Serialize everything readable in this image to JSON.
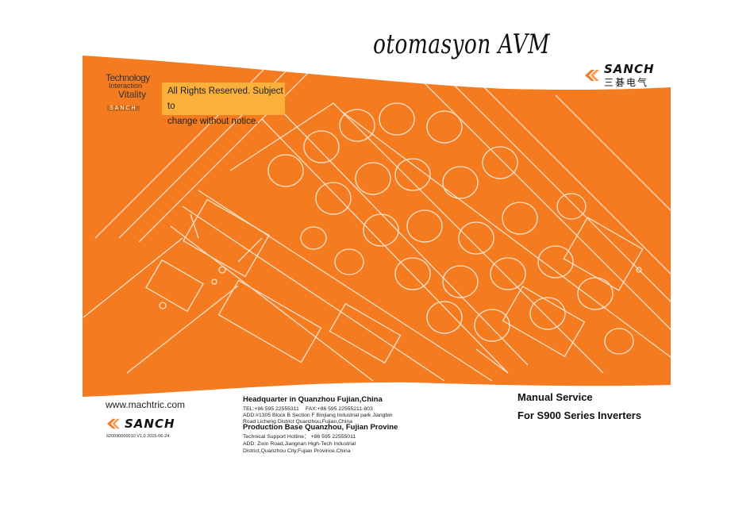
{
  "header": {
    "handwritten_title": "otomasyon AVM"
  },
  "brand": {
    "logo_word": "SANCH",
    "logo_chinese": "三碁电气",
    "accent_color": "#f47b20",
    "notice_color": "#fbb03b"
  },
  "slogan": {
    "line1": "Technology",
    "line2": "Interaction",
    "line3": "Vitality",
    "line4": "SANCH"
  },
  "notice": {
    "line1": "All Rights Reserved. Subject to",
    "line2": "change without notice."
  },
  "footer": {
    "website": "www.machtric.com",
    "doc_code": "620090000010 V1.0 2015-06-24",
    "headquarter_title": "Headquarter in Quanzhou Fujian,China",
    "hq_tel": "TEL:+86 595 22555311",
    "hq_fax": "FAX:+86 595 22555211-803",
    "hq_addr1": "ADD:#1305 Block B Section F Binjiang Industrial park Jiangbin",
    "hq_addr2": "Road Licheng District Quanzhou,Fujian,China",
    "production_title": "Production Base Quanzhou, Fujian Provine",
    "support": "Technical Support Hotline： +86 595 22555011",
    "prod_addr1": "ADD: Zixin Road,Jiangnan High-Tech Industrial",
    "prod_addr2": "District,Quanzhou City,Fujian Province,China"
  },
  "manual": {
    "line1": "Manual Service",
    "line2": "For S900 Series Inverters"
  }
}
